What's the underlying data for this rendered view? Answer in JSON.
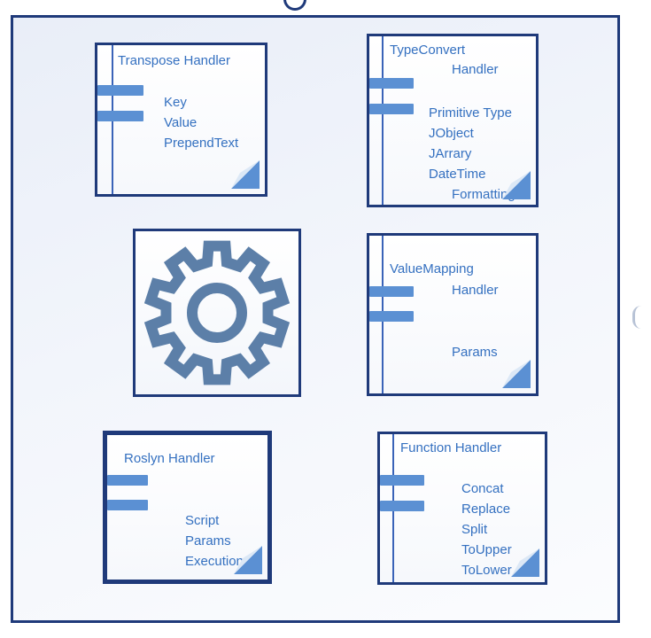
{
  "cards": {
    "transpose": {
      "title": "Transpose Handler",
      "items": [
        "Key",
        "Value",
        "PrependText"
      ]
    },
    "typeconvert": {
      "title": "TypeConvert",
      "subtitle": "Handler",
      "items": [
        "Primitive Type",
        "JObject",
        "JArrary",
        "DateTime",
        "Formatting"
      ]
    },
    "valuemapping": {
      "title": "ValueMapping",
      "subtitle": "Handler",
      "items": [
        "Params"
      ]
    },
    "roslyn": {
      "title": "Roslyn Handler",
      "items": [
        "Script",
        "Params",
        "Execution"
      ]
    },
    "function": {
      "title": "Function Handler",
      "items": [
        "Concat",
        "Replace",
        "Split",
        "ToUpper",
        "ToLower"
      ]
    }
  },
  "icons": {
    "gear": "gear-icon",
    "fold": "folded-corner-icon"
  },
  "colors": {
    "border": "#1f3a7a",
    "accent_bar": "#5b90d3",
    "text": "#3470c0",
    "gear": "#5c7fa8"
  }
}
